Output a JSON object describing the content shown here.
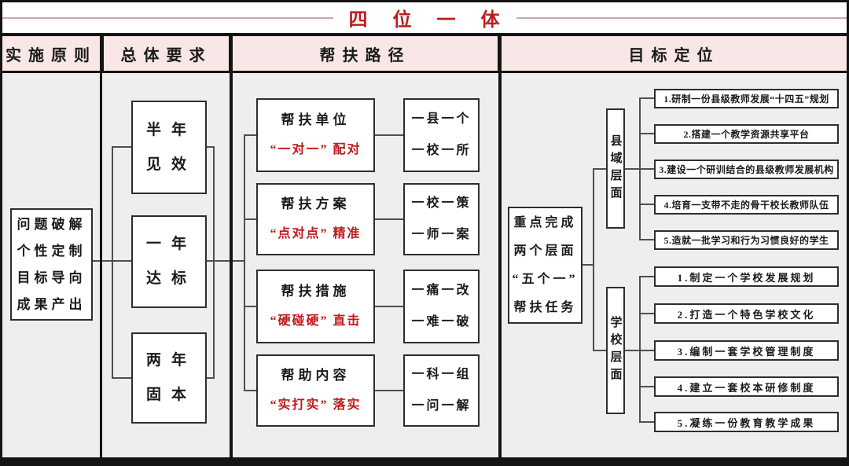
{
  "title": "四 位 一 体",
  "headers": [
    "实施原则",
    "总体要求",
    "帮扶路径",
    "目标定位"
  ],
  "principles": {
    "lines": [
      "问题破解",
      "个性定制",
      "目标导向",
      "成果产出"
    ]
  },
  "requirements": {
    "boxes": [
      [
        "半年",
        "见效"
      ],
      [
        "一年",
        "达标"
      ],
      [
        "两年",
        "固本"
      ]
    ]
  },
  "paths": {
    "rows": [
      {
        "title": "帮扶单位",
        "slogan": "“一对一” 配对",
        "results": [
          "一县一个",
          "一校一所"
        ]
      },
      {
        "title": "帮扶方案",
        "slogan": "“点对点” 精准",
        "results": [
          "一校一策",
          "一师一案"
        ]
      },
      {
        "title": "帮扶措施",
        "slogan": "“硬碰硬” 直击",
        "results": [
          "一痛一改",
          "一难一破"
        ]
      },
      {
        "title": "帮助内容",
        "slogan": "“实打实” 落实",
        "results": [
          "一科一组",
          "一问一解"
        ]
      }
    ]
  },
  "targets": {
    "main": [
      "重点完成",
      "两个层面",
      "“五个一”",
      "帮扶任务"
    ],
    "levels": [
      {
        "label": "县域层面",
        "items": [
          "1.研制一份县级教师发展“十四五”规划",
          "2.搭建一个教学资源共享平台",
          "3.建设一个研训结合的县级教师发展机构",
          "4.培育一支带不走的骨干校长教师队伍",
          "5.造就一批学习和行为习惯良好的学生"
        ]
      },
      {
        "label": "学校层面",
        "items": [
          "1.制定一个学校发展规划",
          "2.打造一个特色学校文化",
          "3.编制一套学校管理制度",
          "4.建立一套校本研修制度",
          "5.凝练一份教育教学成果"
        ]
      }
    ]
  },
  "colors": {
    "accent_red": "#bf1b1e",
    "header_bg": "#f9e6e6",
    "line_gray": "#4f4f4f"
  }
}
